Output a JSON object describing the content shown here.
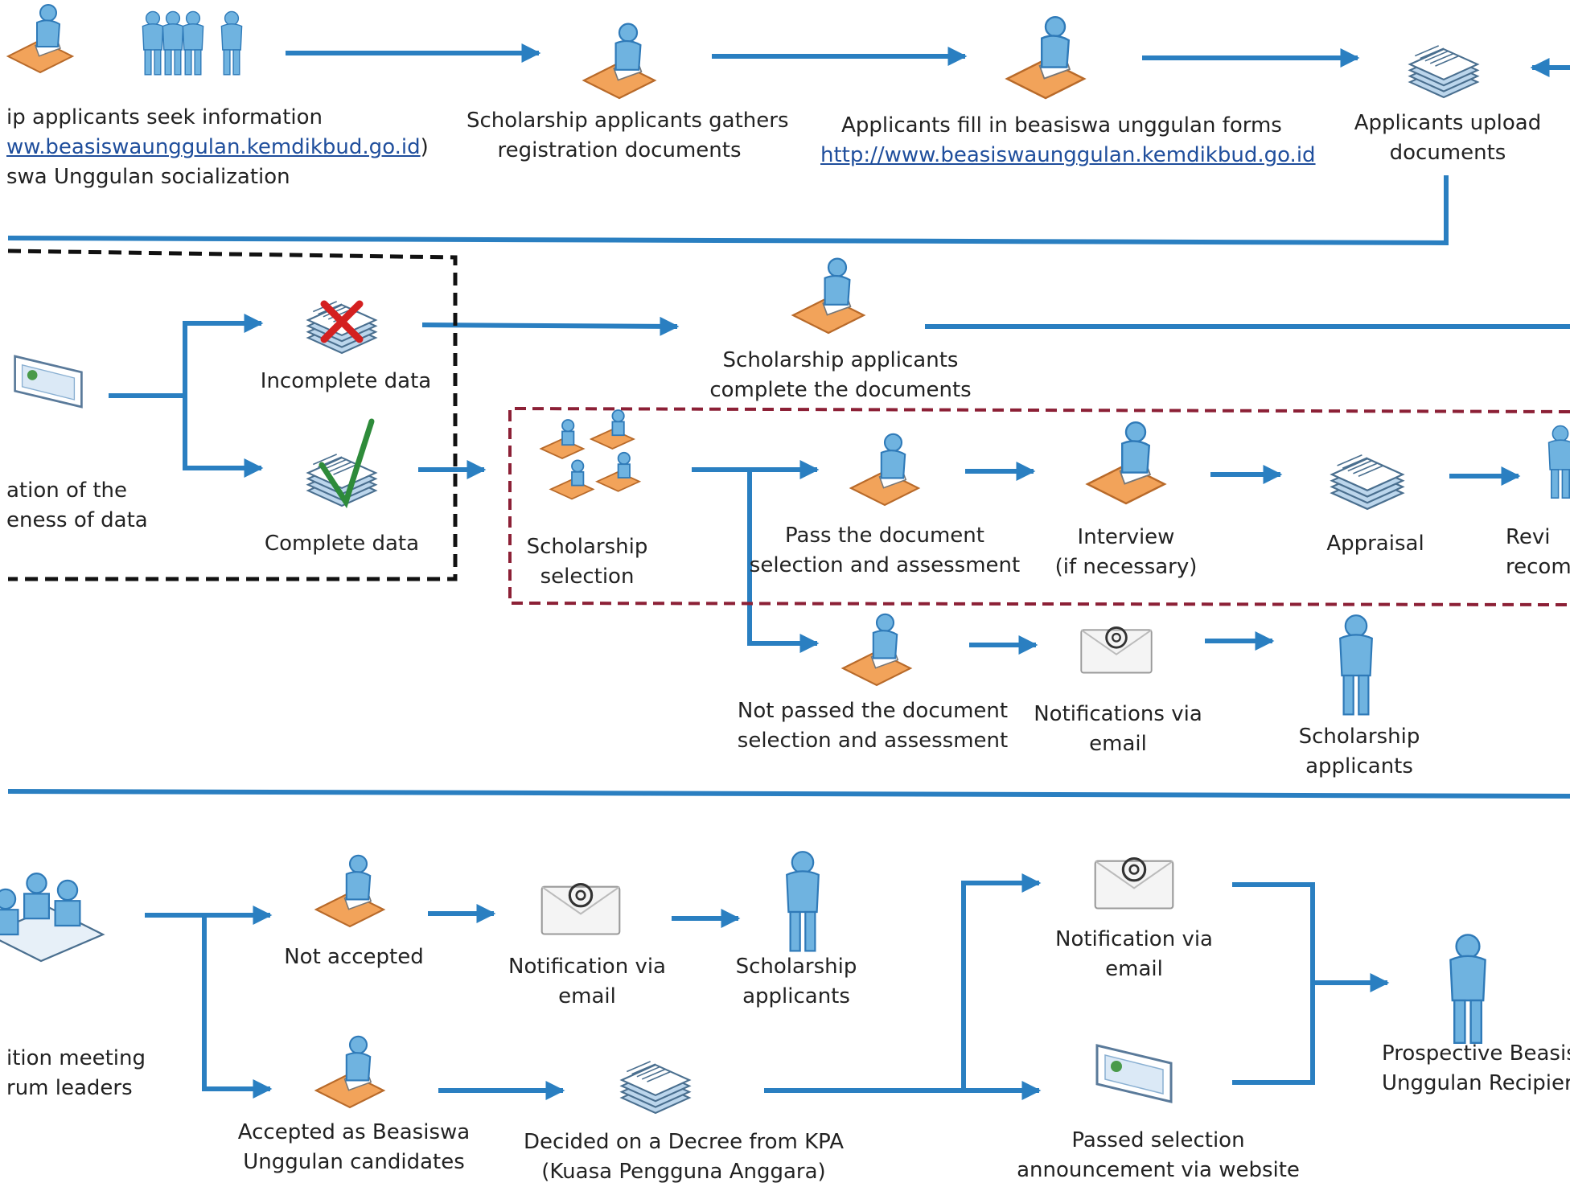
{
  "colors": {
    "arrow": "#2a7fc1",
    "dashed_black": "#111111",
    "dashed_red": "#8c2036",
    "figure": "#6fb3e0",
    "figure_dark": "#2f7ab8",
    "desk": "#f2a35a",
    "link": "#1f4e9c",
    "check": "#2e8b3a",
    "cross": "#d42020"
  },
  "row1": {
    "seek": {
      "line1": "ip applicants seek information",
      "line2": "ww.beasiswaunggulan.kemdikbud.go.id",
      "line2_suffix": ")",
      "line3": "swa Unggulan socialization"
    },
    "gather": {
      "line1": "Scholarship applicants gathers",
      "line2": "registration documents"
    },
    "fill": {
      "line1": "Applicants fill in beasiswa unggulan forms",
      "line2": "http://www.beasiswaunggulan.kemdikbud.go.id"
    },
    "upload": {
      "line1": "Applicants upload",
      "line2": "documents"
    }
  },
  "row2": {
    "verify": {
      "line1": "ation of the",
      "line2": "eness of data"
    },
    "incomplete": "Incomplete data",
    "complete": "Complete data",
    "complete_docs": {
      "line1": "Scholarship applicants",
      "line2": "complete the documents"
    },
    "selection": {
      "line1": "Scholarship",
      "line2": "selection"
    },
    "pass": {
      "line1": "Pass the document",
      "line2": "selection and assessment"
    },
    "interview": {
      "line1": "Interview",
      "line2": "(if necessary)"
    },
    "appraisal": "Appraisal",
    "review": {
      "line1": "Revi",
      "line2": "recom"
    },
    "not_passed": {
      "line1": "Not passed the document",
      "line2": "selection and assessment"
    },
    "notif_email": {
      "line1": "Notifications via",
      "line2": "email"
    },
    "applicants": {
      "line1": "Scholarship",
      "line2": "applicants"
    }
  },
  "row3": {
    "meeting": {
      "line1": "ition meeting",
      "line2": "rum leaders"
    },
    "not_accepted": "Not accepted",
    "notif_email": {
      "line1": "Notification via",
      "line2": "email"
    },
    "applicants": {
      "line1": "Scholarship",
      "line2": "applicants"
    },
    "accepted": {
      "line1": "Accepted as Beasiswa",
      "line2": "Unggulan candidates"
    },
    "decree": {
      "line1": "Decided on a Decree from KPA",
      "line2": "(Kuasa Pengguna Anggara)"
    },
    "notif_email2": {
      "line1": "Notification via",
      "line2": "email"
    },
    "announcement": {
      "line1": "Passed selection",
      "line2": "announcement via website"
    },
    "prospective": {
      "line1": "Prospective Beasis",
      "line2": "Unggulan Recipier"
    }
  }
}
